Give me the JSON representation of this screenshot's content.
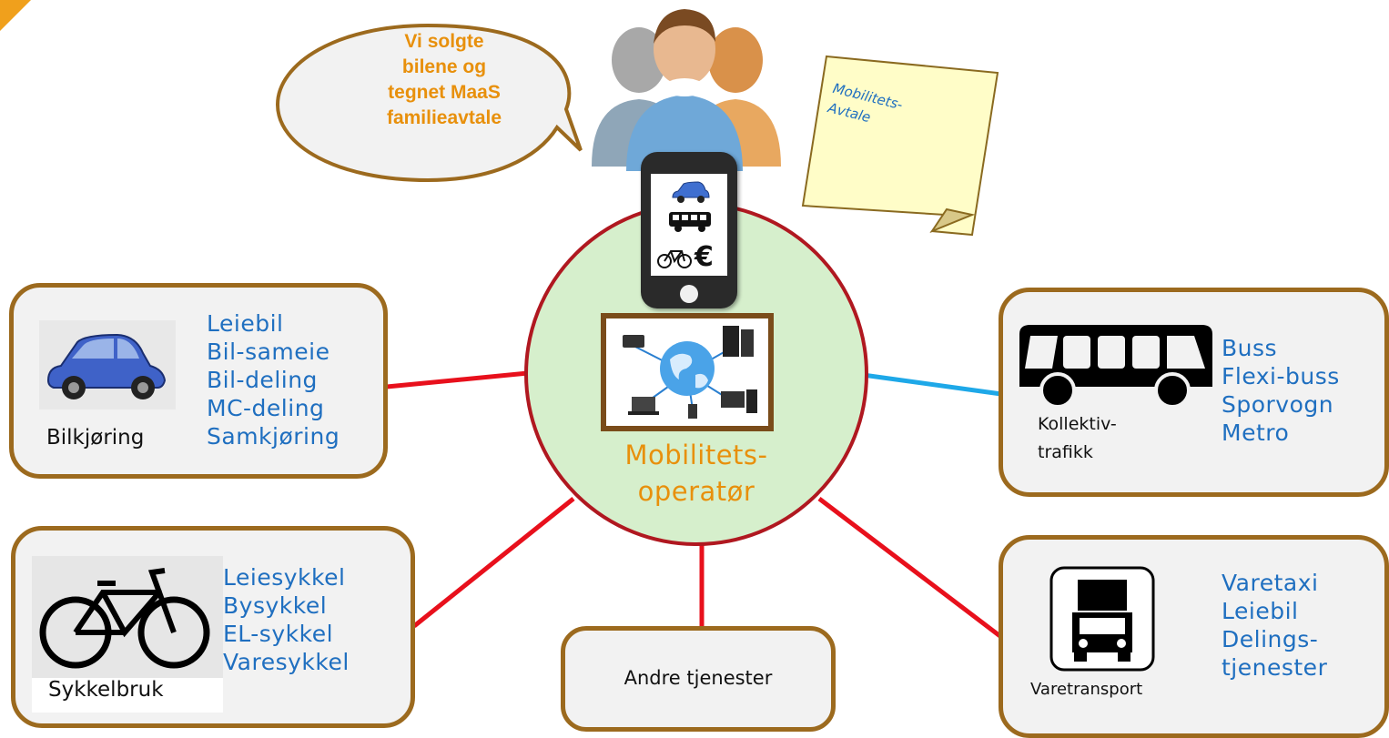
{
  "bubble": {
    "lines": [
      "Vi solgte",
      "bilene og",
      "tegnet MaaS",
      "familieavtale"
    ]
  },
  "note": {
    "lines": [
      "Mobilitets-",
      "Avtale"
    ]
  },
  "phone": {
    "icons": [
      "car-icon",
      "bus-icon",
      "bicycle-icon",
      "euro-icon"
    ],
    "euro_symbol": "€"
  },
  "center": {
    "lines": [
      "Mobilitets-",
      "operatør"
    ]
  },
  "boxes": {
    "bilkjoring": {
      "label": "Bilkjøring",
      "services": [
        "Leiebil",
        "Bil-sameie",
        "Bil-deling",
        "MC-deling",
        "Samkjøring"
      ]
    },
    "sykkel": {
      "label": "Sykkelbruk",
      "services": [
        "Leiesykkel",
        "Bysykkel",
        "EL-sykkel",
        "Varesykkel"
      ]
    },
    "andre": {
      "label": "Andre tjenester"
    },
    "kollektiv": {
      "label_lines": [
        "Kollektiv-",
        "trafikk"
      ],
      "services": [
        "Buss",
        "Flexi-buss",
        "Sporvogn",
        "Metro"
      ]
    },
    "vare": {
      "label": "Varetransport",
      "services": [
        "Varetaxi",
        "Leiebil",
        "Delings-",
        "tjenester"
      ]
    }
  },
  "colors": {
    "box_border": "#9c6a1e",
    "service_text": "#1f6fc0",
    "accent_orange": "#e8900c",
    "connector_red": "#e8101c",
    "connector_blue": "#1ea8e8",
    "circle_fill": "#d6efcc",
    "circle_border": "#b01820"
  }
}
